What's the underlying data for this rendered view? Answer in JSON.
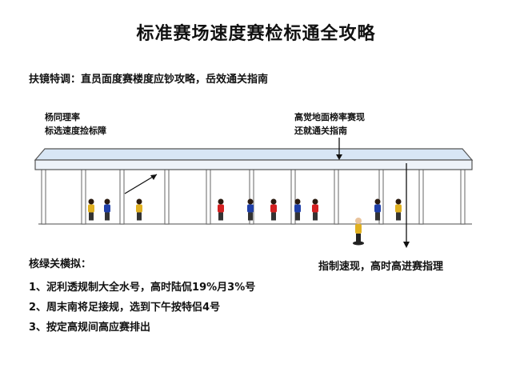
{
  "title": "标准赛场速度赛检标通全攻略",
  "subtitle": "扶镜特调：直员面度赛楼度应钞攻略，岳效通关指南",
  "callouts": {
    "left": [
      "杨同理率",
      "标选速度捡标障"
    ],
    "right": [
      "高觉地面榜率赛现",
      "还就通关指南"
    ]
  },
  "bottom_label": "指制速现，高时高进赛指理",
  "notes": {
    "heading": "核绿关横拟：",
    "items": [
      "1、泥利透规制大全水号，高时陆侃19%月3%号",
      "2、周末南将足接规，选到下午按特侣4号",
      "3、按定高规间高应赛排出"
    ]
  },
  "colors": {
    "roof": "#d8e6f5",
    "roof_stroke": "#555555",
    "pillar": "#ffffff",
    "floor": "#888888"
  },
  "figures": [
    {
      "color": "#e0b020",
      "pants": "#333"
    },
    {
      "color": "#1f3fa8",
      "pants": "#333"
    },
    {
      "color": "#e0b020",
      "pants": "#333"
    },
    {
      "color": "#d42020",
      "pants": "#333"
    },
    {
      "color": "#1f3fa8",
      "pants": "#333"
    },
    {
      "color": "#d42020",
      "pants": "#333"
    },
    {
      "color": "#1f3fa8",
      "pants": "#333"
    },
    {
      "color": "#d42020",
      "pants": "#333"
    },
    {
      "color": "#1f3fa8",
      "pants": "#333"
    },
    {
      "color": "#e0b020",
      "pants": "#333"
    },
    {
      "color": "#e0b020",
      "pants": "#333"
    },
    {
      "color": "#d42020",
      "pants": "#333"
    }
  ]
}
